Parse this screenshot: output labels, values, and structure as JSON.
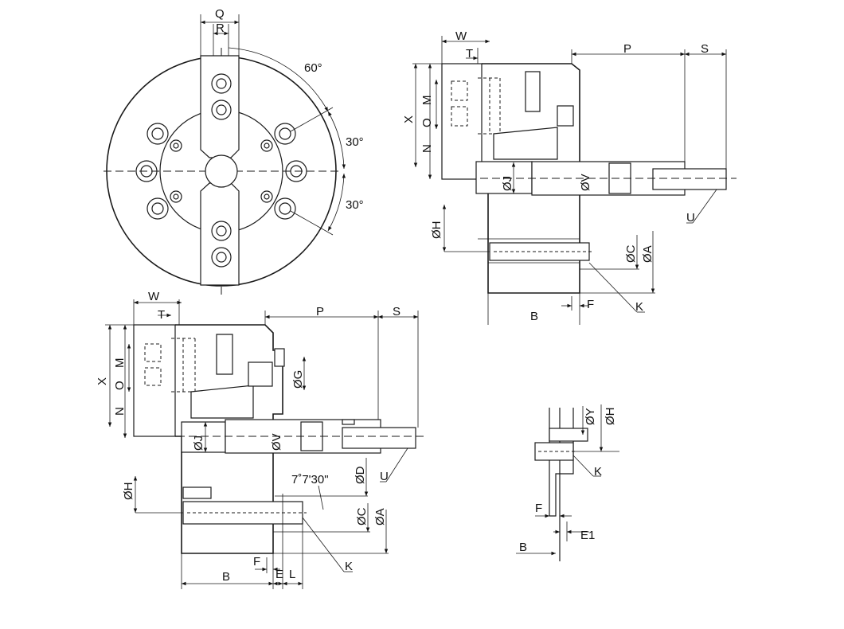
{
  "labels": {
    "top_Q": "Q",
    "top_R": "R",
    "top_60": "60°",
    "top_30a": "30°",
    "top_30b": "30°",
    "tr_W": "W",
    "tr_T": "T",
    "tr_P": "P",
    "tr_S": "S",
    "tr_X": "X",
    "tr_M": "M",
    "tr_O": "O",
    "tr_N": "N",
    "tr_J": "ØJ",
    "tr_V": "ØV",
    "tr_H": "ØH",
    "tr_C": "ØC",
    "tr_A": "ØA",
    "tr_U": "U",
    "tr_K": "K",
    "tr_F": "F",
    "tr_B": "B",
    "bl_W": "W",
    "bl_T": "T",
    "bl_P": "P",
    "bl_S": "S",
    "bl_X": "X",
    "bl_M": "M",
    "bl_O": "O",
    "bl_N": "N",
    "bl_G": "ØG",
    "bl_J": "ØJ",
    "bl_V": "ØV",
    "bl_D": "ØD",
    "bl_angle": "7˚7'30\"",
    "bl_H": "ØH",
    "bl_C": "ØC",
    "bl_A": "ØA",
    "bl_U": "U",
    "bl_K": "K",
    "bl_F": "F",
    "bl_E": "E",
    "bl_L": "L",
    "bl_B": "B",
    "br_Y": "ØY",
    "br_H": "ØH",
    "br_K": "K",
    "br_F": "F",
    "br_E1": "E1",
    "br_B": "B"
  }
}
